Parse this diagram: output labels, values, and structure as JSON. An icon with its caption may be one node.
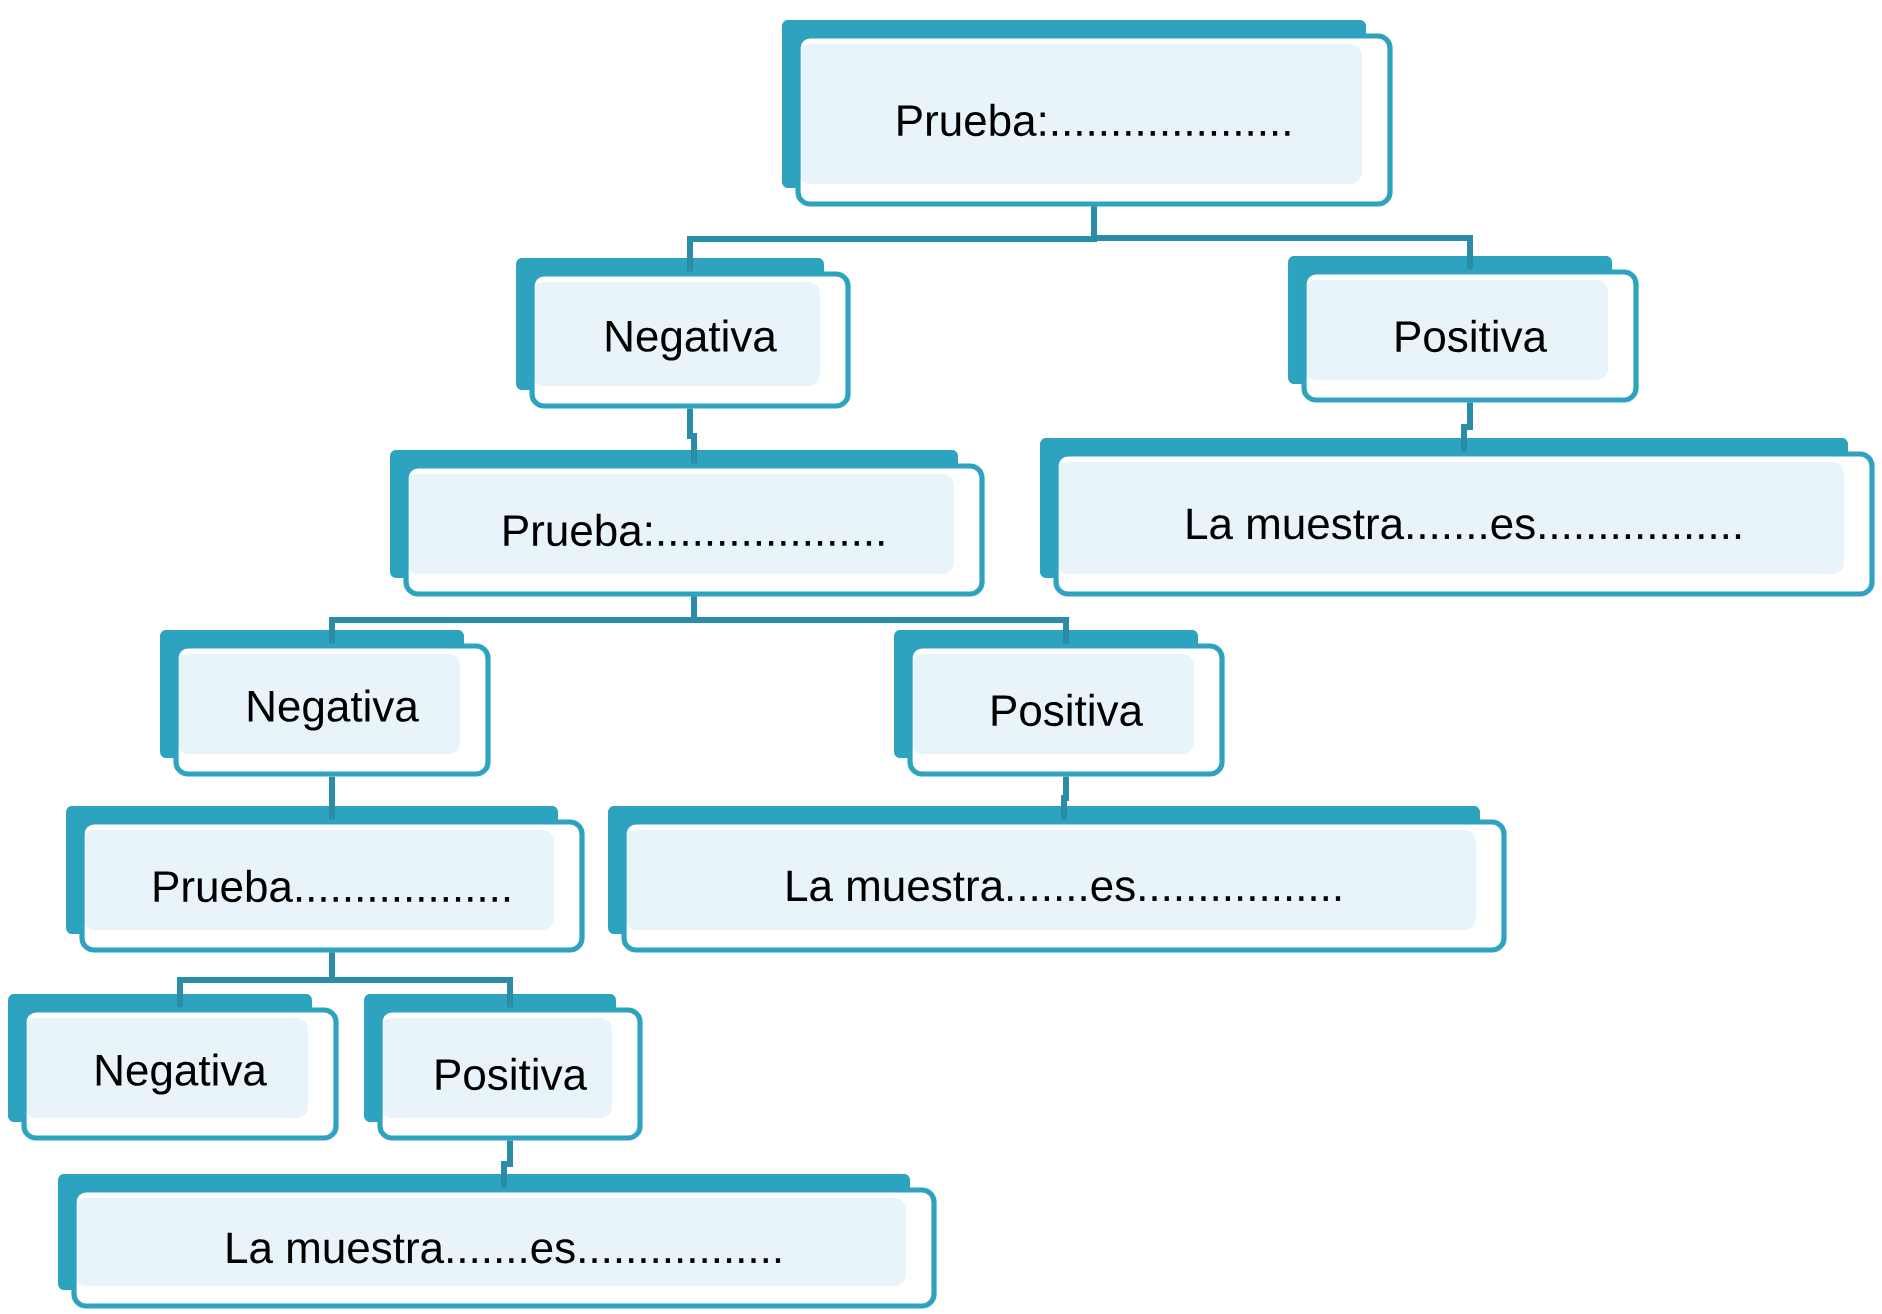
{
  "diagram": {
    "nodes": [
      {
        "text": [
          "Prueba:...................."
        ]
      },
      {
        "text": [
          "Negativa"
        ]
      },
      {
        "text": [
          "Positiva"
        ]
      },
      {
        "text": [
          "La muestra.......es................."
        ]
      },
      {
        "text": [
          "Prueba:..................."
        ]
      },
      {
        "text": [
          "Negativa"
        ]
      },
      {
        "text": [
          "Positiva"
        ]
      },
      {
        "text": [
          "Prueba.................."
        ]
      },
      {
        "text": [
          "La muestra.......es................."
        ]
      },
      {
        "text": [
          "Negativa"
        ]
      },
      {
        "text": [
          "Positiva"
        ]
      },
      {
        "text": [
          "La muestra.......es................."
        ]
      }
    ],
    "edges": [
      {
        "from": 0,
        "to": 1,
        "arrow": "none"
      },
      {
        "from": 0,
        "to": 2,
        "arrow": "none"
      },
      {
        "from": 2,
        "to": 3,
        "arrow": "none"
      },
      {
        "from": 1,
        "to": 4,
        "arrow": "none"
      },
      {
        "from": 4,
        "to": 5,
        "arrow": "none"
      },
      {
        "from": 4,
        "to": 6,
        "arrow": "none"
      },
      {
        "from": 6,
        "to": 8,
        "arrow": "none"
      },
      {
        "from": 5,
        "to": 7,
        "arrow": "none"
      },
      {
        "from": 7,
        "to": 9,
        "arrow": "none"
      },
      {
        "from": 7,
        "to": 10,
        "arrow": "none"
      },
      {
        "from": 10,
        "to": 11,
        "arrow": "none"
      }
    ]
  }
}
